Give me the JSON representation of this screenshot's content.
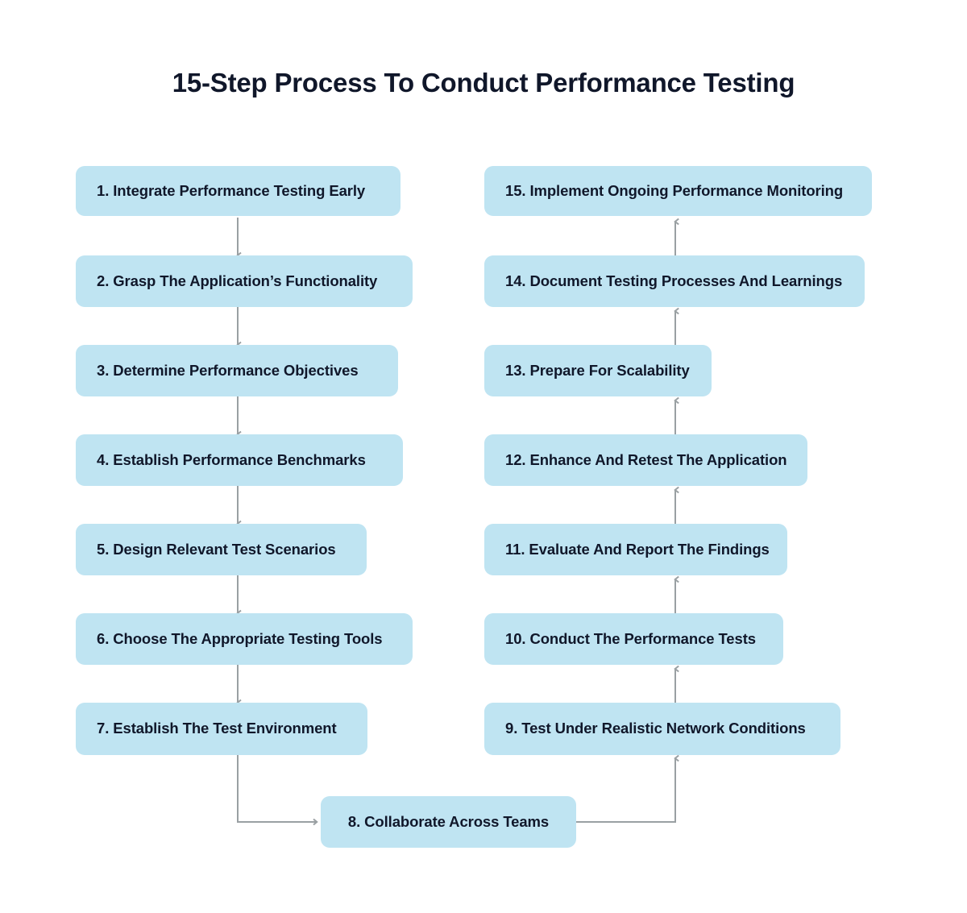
{
  "page": {
    "title": "15-Step Process To Conduct Performance Testing",
    "background_color": "#ffffff",
    "node_fill_color": "#bfe4f2",
    "node_text_color": "#10172a",
    "connector_color": "#9aa0a3"
  },
  "diagram": {
    "type": "flowchart",
    "orientation": "two-column serpentine",
    "left_column": [
      {
        "number": "1.",
        "label": "1. Integrate Performance Testing Early"
      },
      {
        "number": "2.",
        "label": "2. Grasp The Application’s Functionality"
      },
      {
        "number": "3.",
        "label": "3.  Determine Performance Objectives"
      },
      {
        "number": "4.",
        "label": "4.  Establish Performance Benchmarks"
      },
      {
        "number": "5.",
        "label": "5. Design Relevant Test Scenarios"
      },
      {
        "number": "6.",
        "label": "6. Choose The Appropriate Testing Tools"
      },
      {
        "number": "7.",
        "label": "7. Establish The Test Environment"
      }
    ],
    "bridge": {
      "number": "8.",
      "label": "8. Collaborate Across Teams"
    },
    "right_column": [
      {
        "number": "15.",
        "label": "15.  Implement Ongoing Performance Monitoring"
      },
      {
        "number": "14.",
        "label": "14.  Document Testing Processes And Learnings"
      },
      {
        "number": "13.",
        "label": "13. Prepare For Scalability"
      },
      {
        "number": "12.",
        "label": "12. Enhance And Retest The Application"
      },
      {
        "number": "11.",
        "label": "11. Evaluate And Report The Findings"
      },
      {
        "number": "10.",
        "label": "10. Conduct The Performance Tests"
      },
      {
        "number": "9.",
        "label": "9. Test Under Realistic Network Conditions"
      }
    ],
    "flow_order": [
      "1. Integrate Performance Testing Early",
      "2. Grasp The Application’s Functionality",
      "3.  Determine Performance Objectives",
      "4.  Establish Performance Benchmarks",
      "5. Design Relevant Test Scenarios",
      "6. Choose The Appropriate Testing Tools",
      "7. Establish The Test Environment",
      "8. Collaborate Across Teams",
      "9. Test Under Realistic Network Conditions",
      "10. Conduct The Performance Tests",
      "11. Evaluate And Report The Findings",
      "12. Enhance And Retest The Application",
      "13. Prepare For Scalability",
      "14.  Document Testing Processes And Learnings",
      "15.  Implement Ongoing Performance Monitoring"
    ]
  }
}
